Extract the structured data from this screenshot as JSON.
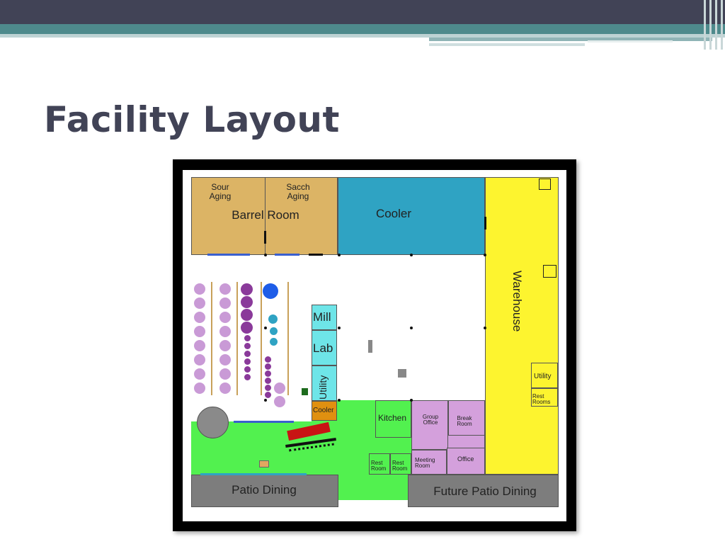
{
  "slide": {
    "title": "Facility Layout"
  },
  "plan": {
    "colors": {
      "barrel": "#dcb465",
      "cooler": "#2fa3c3",
      "warehouse": "#fdf42f",
      "green": "#52f14f",
      "cyan": "#6ee5e8",
      "orange": "#e09010",
      "lavender": "#d4a0dc",
      "gray": "#7d7d7d"
    },
    "rooms": {
      "sour_aging": "Sour\nAging",
      "sacch_aging": "Sacch\nAging",
      "barrel_room": "Barrel Room",
      "cooler": "Cooler",
      "warehouse": "Warehouse",
      "mill": "Mill",
      "lab": "Lab",
      "utility_cyan": "Utility",
      "cooler_small": "Cooler",
      "kitchen": "Kitchen",
      "group_office": "Group\nOffice",
      "break_room": "Break\nRoom",
      "meeting_room": "Meeting\nRoom",
      "office": "Office",
      "rest_room_1": "Rest\nRoom",
      "rest_room_2": "Rest\nRoom",
      "utility_warehouse": "Utility",
      "rest_rooms_warehouse": "Rest\nRooms",
      "patio_dining": "Patio Dining",
      "future_patio_dining": "Future Patio Dining"
    }
  }
}
